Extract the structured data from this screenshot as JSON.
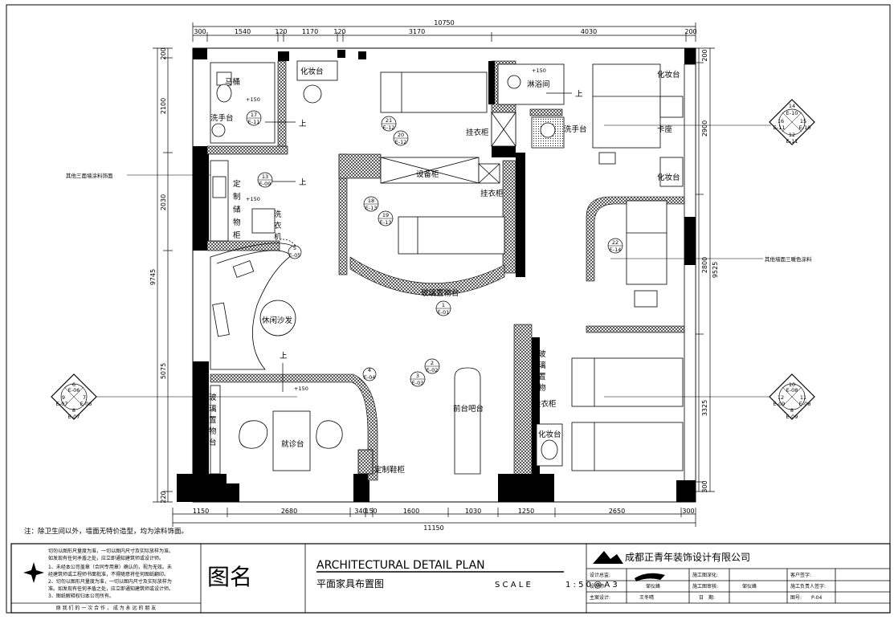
{
  "note": "注：除卫生间以外，墙面无特价造型，均为涂料饰面。",
  "dimensions": {
    "top_total": "10750",
    "top": [
      "300",
      "1540",
      "120",
      "1170",
      "120",
      "3170",
      "4030",
      "200"
    ],
    "bottom_total": "11150",
    "bottom": [
      "1150",
      "2680",
      "340",
      "150",
      "1600",
      "1030",
      "1250",
      "2650",
      "300"
    ],
    "left_total": "9745",
    "left": [
      "200",
      "2100",
      "2030",
      "5075",
      "220"
    ],
    "right_total": "9525",
    "right": [
      "200",
      "2900",
      "2800",
      "3325",
      "300"
    ]
  },
  "rooms": {
    "toilet": "马桶",
    "wash1": "洗手台",
    "makeup_top": "化妆台",
    "storage": [
      "定",
      "制",
      "储",
      "物",
      "柜"
    ],
    "laundry": [
      "洗",
      "衣",
      "机"
    ],
    "equipment": "设备柜",
    "wardrobe1": "挂衣柜",
    "wardrobe2": "挂衣柜",
    "shower": "淋浴间",
    "wash2": "洗手台",
    "makeup_right": "化妆台",
    "seat": "卡座",
    "makeup_right2": "化妆台",
    "glass_desk": "玻璃置物台",
    "sofa": "休闲沙发",
    "glass_shelf_left": [
      "玻",
      "璃",
      "置",
      "物",
      "台"
    ],
    "consult": "就诊台",
    "shoe": "定制鞋柜",
    "bar": "前台吧台",
    "glass_shelf_right": [
      "玻",
      "璃",
      "置",
      "物"
    ],
    "wardrobe3": "挂衣柜",
    "makeup3": "化妆台"
  },
  "labels": {
    "up": "上",
    "level": "+150",
    "callout_left_wall": "其他三面墙涂料饰面",
    "callout_right_wall": "其他墙面三暖色涂料"
  },
  "refs": {
    "r17": {
      "n": "17",
      "c": "E-11"
    },
    "r13": {
      "n": "13",
      "c": "E-09"
    },
    "r5": {
      "n": "5",
      "c": "E-05"
    },
    "r21": {
      "n": "21",
      "c": "E-12"
    },
    "r20": {
      "n": "20",
      "c": "E-12"
    },
    "r18": {
      "n": "18",
      "c": "E-13"
    },
    "r19": {
      "n": "19",
      "c": "E-13"
    },
    "r22": {
      "n": "22",
      "c": "E-14"
    },
    "r1": {
      "n": "1",
      "c": "E-01"
    },
    "r2": {
      "n": "2",
      "c": "E-02"
    },
    "r3": {
      "n": "3",
      "c": "E-03"
    },
    "r4": {
      "n": "4",
      "c": "E-04"
    }
  },
  "compass": {
    "left": {
      "n": [
        "6",
        "9",
        "7",
        "8"
      ],
      "c": [
        "E-06",
        "E-07",
        "E-06",
        "E-07"
      ]
    },
    "top_right": {
      "n": [
        "14",
        "16",
        "15",
        "12"
      ],
      "c": [
        "E-10",
        "E-11",
        "E-10",
        "E-11"
      ]
    },
    "right": {
      "n": [
        "10",
        "12",
        "11",
        "8"
      ],
      "c": [
        "E-08",
        "E-09",
        "E-08",
        "E-09"
      ]
    }
  },
  "title_block": {
    "title_en": "ARCHITECTURAL DETAIL PLAN",
    "title_cn": "平面家具布置图",
    "scale_label": "S C A L E",
    "scale_value": "1 : 5 0 @ A 3",
    "figure_name": "图名",
    "company": "成都正青年装饰设计有限公司",
    "notes": [
      "切勿以图形尺量度为准，一切以图内尺寸及实际放样为准。",
      "如发现有任何矛盾之处，应立即通知建筑师或设计师。",
      "1、未经本公司盖章（合同专用章）确认的，视为无效。未",
      "经建筑师或工程师书面批准，不得随意将任何图纸翻印。",
      "2、切勿以图形尺量度为准，一切以图内尺寸及实际放样为",
      "准。如发现有任何矛盾之处，应立即通知建筑师或设计师。",
      "3、图纸解释权归本公司所有。"
    ],
    "footer": "原 我 们 的 一 次 合 作 ， 成 为 永 远 的 朋 友",
    "design_director_label": "设计总监:",
    "construction_deep_label": "施工图深化:",
    "client_sign_label": "客户签字:",
    "designer_label": "设计师:",
    "designer_name": "邹仪峰",
    "review_label": "施工图审核:",
    "reviewer_name": "邹仪峰",
    "construction_head_label": "施工负责人签字:",
    "main_designer_label": "主案设计:",
    "main_designer_name": "王冬晴",
    "date_label": "日　期:",
    "sheet_label": "图号: ",
    "sheet_value": "P-04"
  }
}
